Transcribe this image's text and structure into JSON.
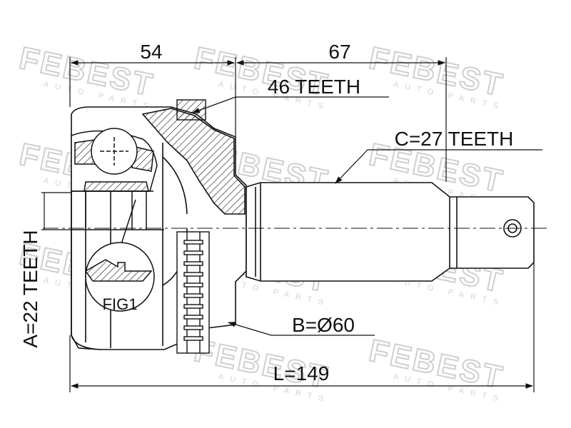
{
  "watermark": {
    "brand": "FEBEST",
    "sub": "AUTO PARTS"
  },
  "dimensions": {
    "housing_length": "54",
    "shaft_length": "67",
    "total_length": "L=149"
  },
  "callouts": {
    "abs_ring_teeth": "46 TEETH",
    "shaft_spline": "C=27 TEETH",
    "outer_diameter": "B=Ø60",
    "inner_spline": "A=22 TEETH",
    "figure_ref": "FIG1"
  }
}
